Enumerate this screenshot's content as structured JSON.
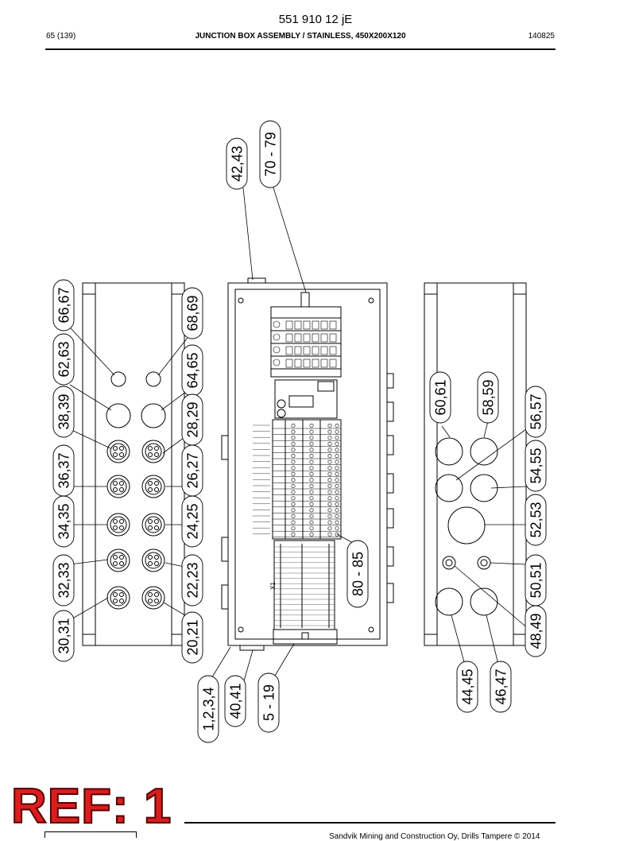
{
  "header": {
    "doc_number": "551 910 12 jE",
    "page": "65 (139)",
    "title": "JUNCTION BOX ASSEMBLY / STAINLESS, 450X200X120",
    "date": "140825"
  },
  "drawing": {
    "callouts": {
      "c_42_43": "42,43",
      "c_70_79": "70 - 79",
      "c_66_67": "66,67",
      "c_68_69": "68,69",
      "c_62_63": "62,63",
      "c_64_65": "64,65",
      "c_38_39": "38,39",
      "c_28_29": "28,29",
      "c_36_37": "36,37",
      "c_26_27": "26,27",
      "c_34_35": "34,35",
      "c_24_25": "24,25",
      "c_32_33": "32,33",
      "c_22_23": "22,23",
      "c_30_31": "30,31",
      "c_20_21": "20,21",
      "c_1_4": "1,2,3,4",
      "c_40_41": "40,41",
      "c_5_19": "5 - 19",
      "c_80_85": "80 - 85",
      "c_60_61": "60,61",
      "c_58_59": "58,59",
      "c_56_57": "56,57",
      "c_54_55": "54,55",
      "c_52_53": "52,53",
      "c_50_51": "50,51",
      "c_48_49": "48,49",
      "c_44_45": "44,45",
      "c_46_47": "46,47"
    },
    "small_labels": {
      "x1": "X1"
    }
  },
  "stamp": {
    "ref": "REF: 1"
  },
  "footer": {
    "copyright": "Sandvik Mining and Construction Oy, Drills Tampere © 2014"
  }
}
